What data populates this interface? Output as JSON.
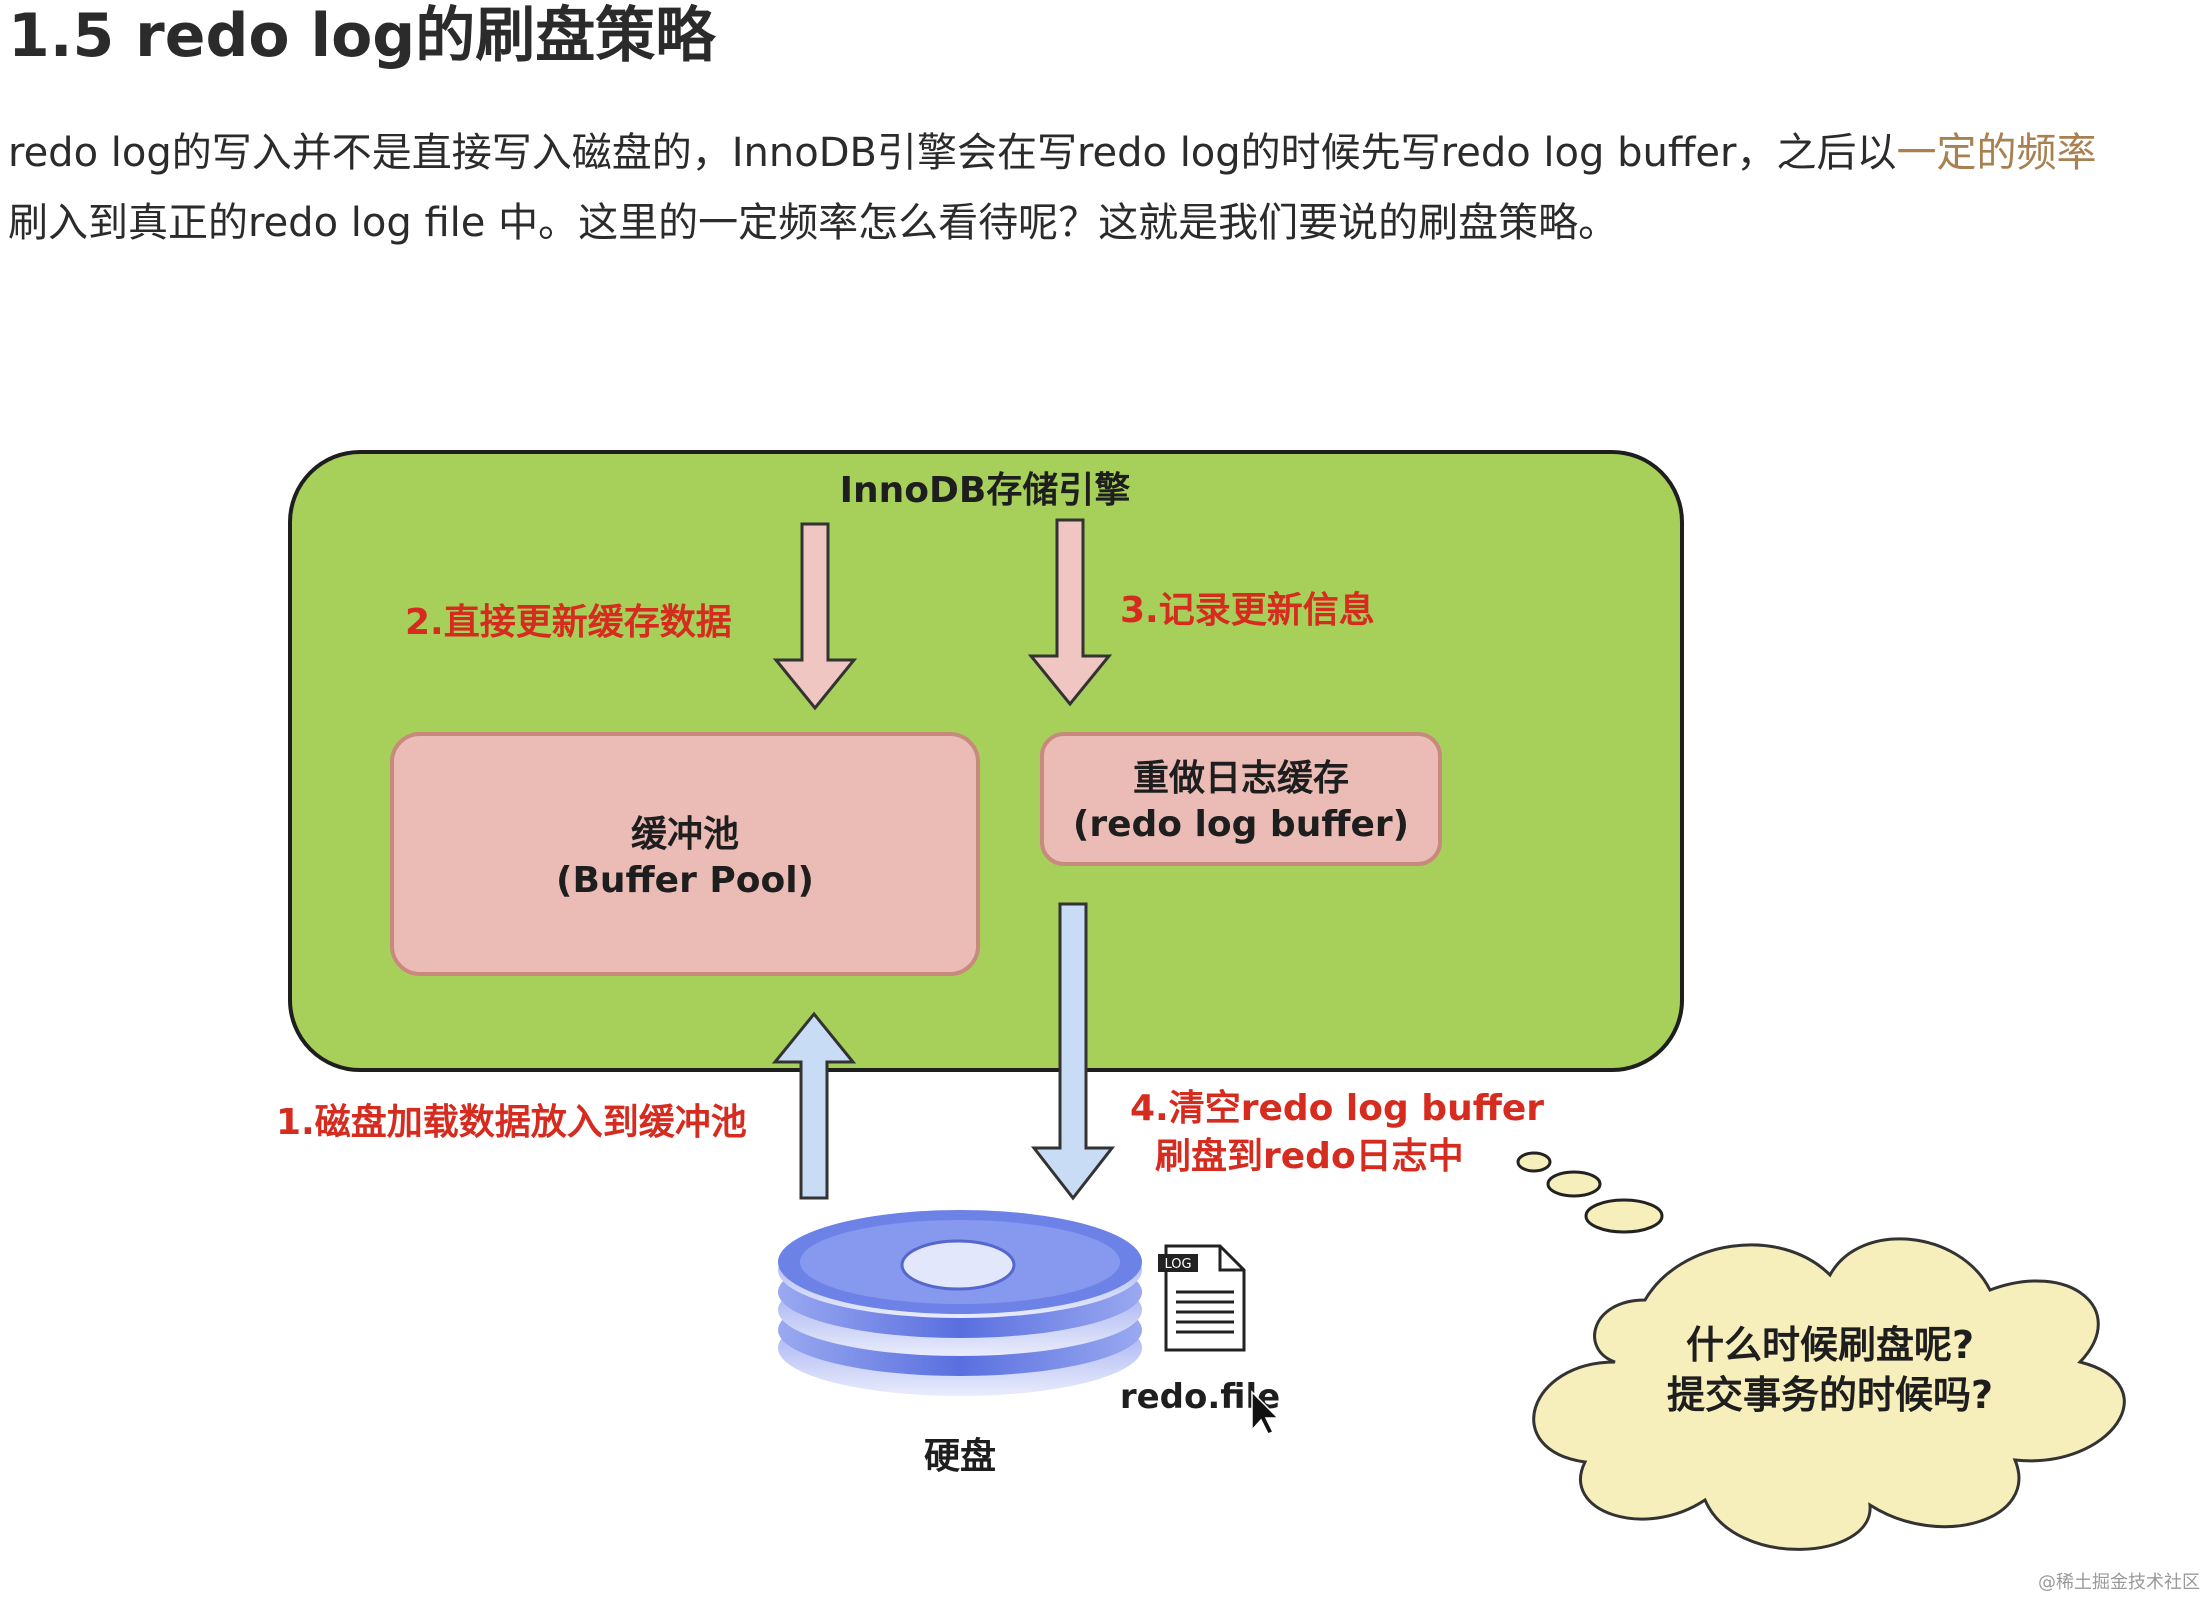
{
  "heading": "1.5 redo log的刷盘策略",
  "paragraph": {
    "line1_text": "redo log的写入并不是直接写入磁盘的，InnoDB引擎会在写redo log的时候先写redo log buffer，之后以",
    "line1_highlight": "一定的频率",
    "line2_text": "刷入到真正的redo log file 中。这里的一定频率怎么看待呢？这就是我们要说的刷盘策略。",
    "highlight_color": "#a9804f"
  },
  "diagram": {
    "engine_title": "InnoDB存储引擎",
    "buffer_pool": {
      "line1": "缓冲池",
      "line2": "(Buffer Pool)"
    },
    "redo_log_buffer": {
      "line1": "重做日志缓存",
      "line2": "(redo log buffer)"
    },
    "step1": "1.磁盘加载数据放入到缓冲池",
    "step2": "2.直接更新缓存数据",
    "step3": "3.记录更新信息",
    "step4_line1": "4.清空redo log buffer",
    "step4_line2": "刷盘到redo日志中",
    "disk_label": "硬盘",
    "file_label": "redo.file",
    "file_icon_tag": "LOG",
    "thought_line1": "什么时候刷盘呢?",
    "thought_line2": "提交事务的时候吗?",
    "colors": {
      "engine_fill": "#a6d05a",
      "box_fill": "#ebbcb6",
      "box_stroke": "#c98a7e",
      "step_text": "#d62b1f",
      "down_arrow_fill": "#f0c6c2",
      "up_arrow_fill": "#c9dcf5",
      "cloud_fill": "#f6eebb",
      "disk_fill": "#6c82e6"
    }
  },
  "watermark": "@稀土掘金技术社区"
}
